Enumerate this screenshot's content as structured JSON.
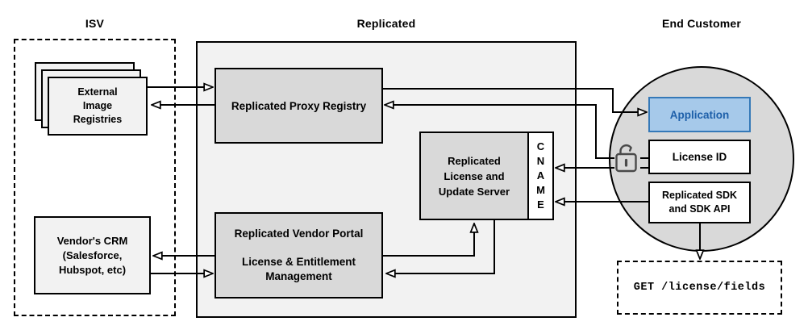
{
  "titles": {
    "isv": "ISV",
    "replicated": "Replicated",
    "end_customer": "End Customer"
  },
  "nodes": {
    "external_image_registries": {
      "lines": [
        "External",
        "Image",
        "Registries"
      ]
    },
    "vendors_crm": {
      "lines": [
        "Vendor's CRM",
        "(Salesforce,",
        "Hubspot, etc)"
      ]
    },
    "proxy_registry": {
      "label": "Replicated Proxy Registry"
    },
    "license_update_server": {
      "lines": [
        "Replicated",
        "License and",
        "Update Server"
      ]
    },
    "cname": {
      "letters": [
        "C",
        "N",
        "A",
        "M",
        "E"
      ]
    },
    "vendor_portal": {
      "title": "Replicated Vendor Portal",
      "lines": [
        "License & Entitlement",
        "Management"
      ]
    },
    "application": {
      "label": "Application"
    },
    "license_id": {
      "label": "License ID"
    },
    "replicated_sdk": {
      "lines": [
        "Replicated SDK",
        "and SDK API"
      ]
    },
    "get_endpoint": {
      "label": "GET /license/fields"
    }
  },
  "icons": {
    "lock": "open-padlock-icon"
  },
  "colors": {
    "canvas": "#ffffff",
    "section_fill": "#f2f2f2",
    "node_fill": "#d9d9d9",
    "white_fill": "#ffffff",
    "stroke": "#000000",
    "application_fill": "#a6c9ea",
    "application_border": "#3579b8",
    "application_text": "#1d5fa9",
    "lock_stroke": "#4a4a4a"
  },
  "edges": [
    {
      "from": "external_image_registries",
      "to": "proxy_registry"
    },
    {
      "from": "proxy_registry",
      "to": "external_image_registries"
    },
    {
      "from": "proxy_registry",
      "to": "application"
    },
    {
      "from": "license_id",
      "to": "proxy_registry"
    },
    {
      "from": "license_id",
      "to": "cname"
    },
    {
      "from": "replicated_sdk",
      "to": "cname"
    },
    {
      "from": "vendor_portal",
      "to": "license_update_server"
    },
    {
      "from": "license_update_server",
      "to": "vendor_portal"
    },
    {
      "from": "vendor_portal",
      "to": "vendors_crm"
    },
    {
      "from": "vendors_crm",
      "to": "vendor_portal"
    },
    {
      "from": "replicated_sdk",
      "to": "get_endpoint"
    }
  ]
}
